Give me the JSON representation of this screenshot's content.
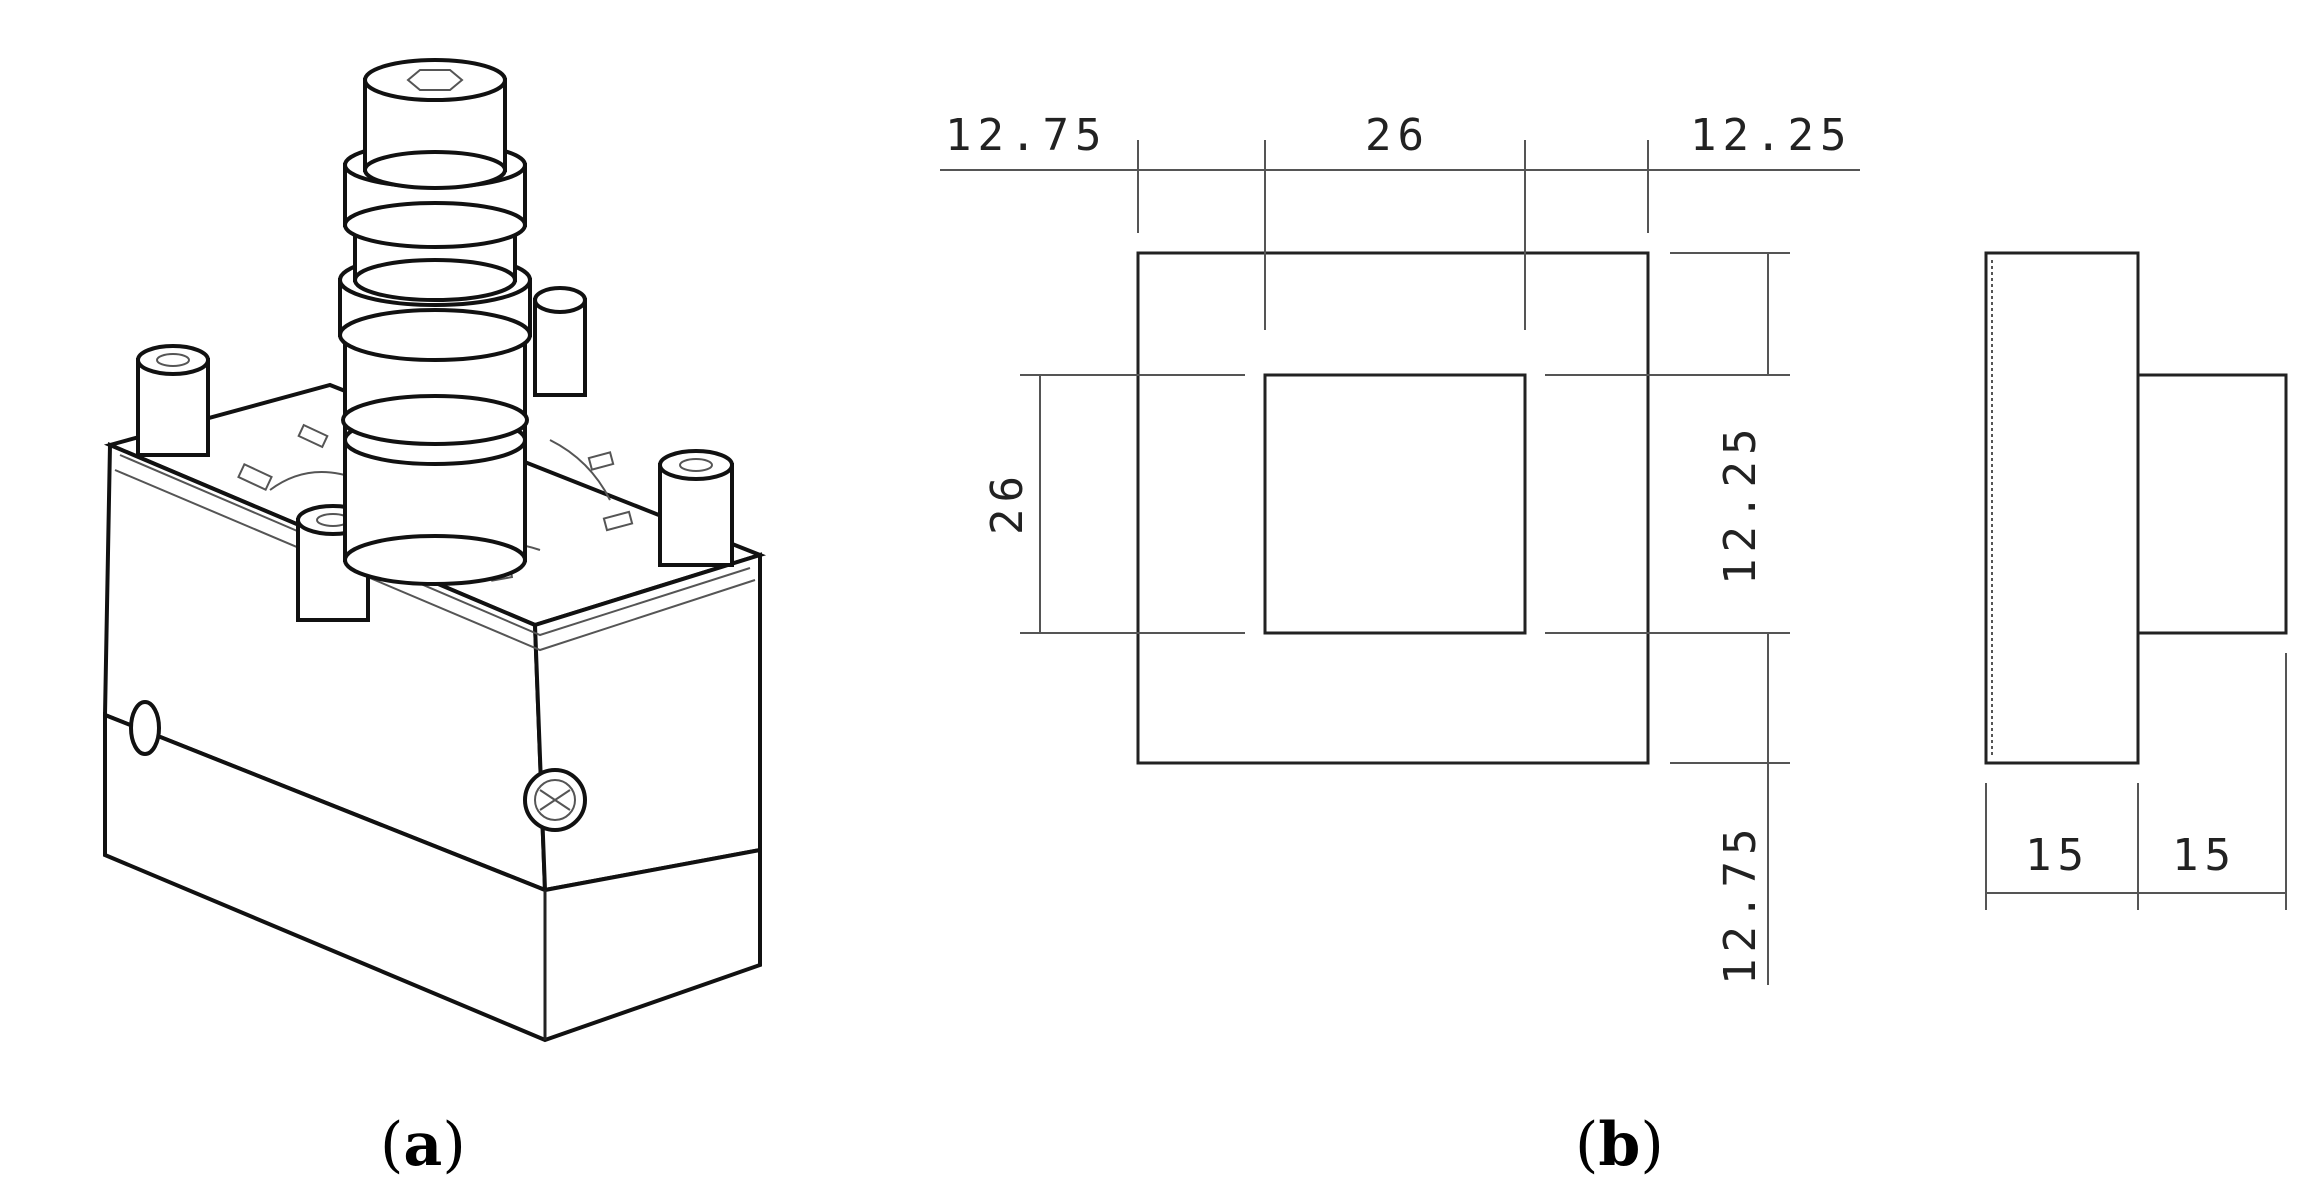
{
  "panels": {
    "a": {
      "label": "a"
    },
    "b": {
      "label": "b"
    }
  },
  "dimensions": {
    "top_left": "12.75",
    "top_middle": "26",
    "top_right": "12.25",
    "left_vertical": "26",
    "right_upper": "12.25",
    "right_lower": "12.75",
    "side_left": "15",
    "side_right": "15"
  },
  "colors": {
    "line": "#222222",
    "background": "#ffffff"
  }
}
